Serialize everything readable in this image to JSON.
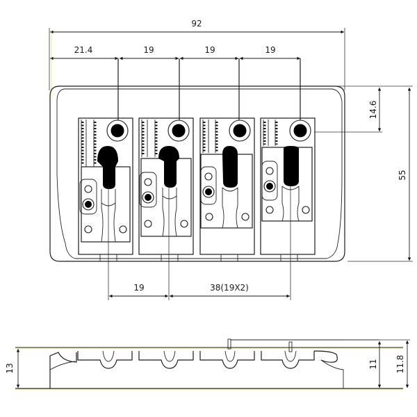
{
  "drawing": {
    "type": "bass guitar bridge technical drawing",
    "views": [
      "top-view",
      "side-view"
    ],
    "saddle_count": 4
  },
  "dimensions": {
    "overall_width": "92",
    "first_offset": "21.4",
    "spacing_1": "19",
    "spacing_2": "19",
    "spacing_3": "19",
    "height_top": "14.6",
    "overall_length": "55",
    "bottom_spacing": "19",
    "bottom_span": "38(19X2)",
    "side_height_left": "13",
    "side_height_inner": "11",
    "side_height_outer": "11.8"
  },
  "colors": {
    "line": "#1a1a1a",
    "background": "#ffffff",
    "highlight": "#e8e060"
  }
}
